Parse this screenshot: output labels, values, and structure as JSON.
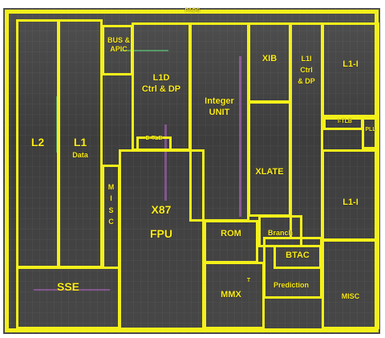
{
  "labels": {
    "pads": "PADS",
    "bus_apic": "BUS &\nAPIC",
    "l1d_ctrl": "L1D\nCtrl & DP",
    "integer_unit": "Integer\nUNIT",
    "xib": "XIB",
    "l1i_ctrl": "L1I\nCtrl\n& DP",
    "l1i_top": "L1-I",
    "itlb": "I-TLB",
    "pll": "PLL",
    "l2": "L2",
    "l1_data": "L1",
    "l1_data_sub": "Data",
    "dtlb": "D-TLB",
    "misc_vertical": "M\nI\nS\nC",
    "x87": "X87",
    "fpu": "FPU",
    "xlate": "XLATE",
    "l1i_bottom": "L1-I",
    "rom": "ROM",
    "branch": "Branch",
    "btac": "BTAC",
    "sse": "SSE",
    "mmx": "MMX",
    "mmx_t": "T",
    "prediction": "Prediction",
    "misc": "MISC"
  },
  "colors": {
    "outline": "#f3f01a",
    "label": "#ffef1a",
    "die": "#444444",
    "trace_green": "#5fcf7a",
    "trace_magenta": "#c46ad8"
  }
}
